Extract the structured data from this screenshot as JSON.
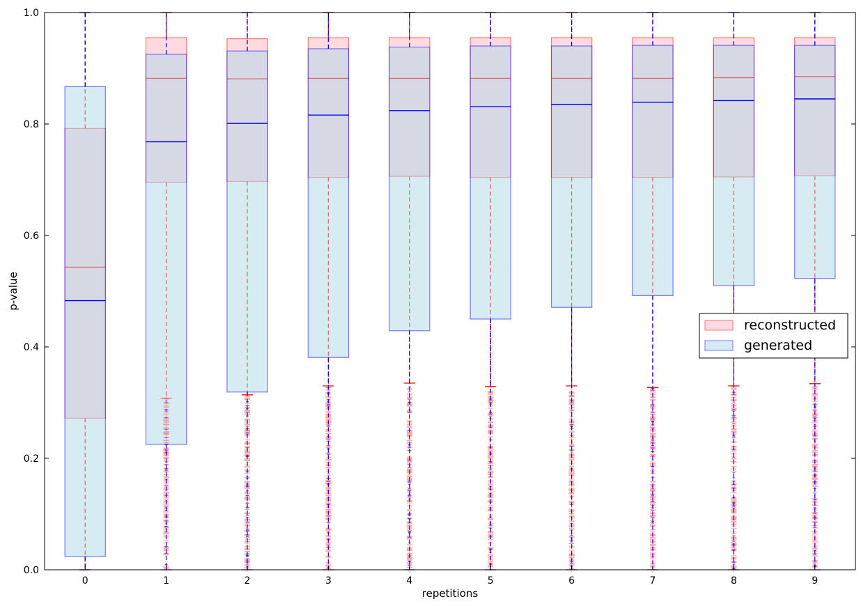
{
  "chart_data": {
    "type": "boxplot",
    "xlabel": "repetitions",
    "ylabel": "p-value",
    "categories": [
      "0",
      "1",
      "2",
      "3",
      "4",
      "5",
      "6",
      "7",
      "8",
      "9"
    ],
    "ylim": [
      0.0,
      1.0
    ],
    "yticks": [
      "0.0",
      "0.2",
      "0.4",
      "0.6",
      "0.8",
      "1.0"
    ],
    "grid": false,
    "legend_position": "center-right",
    "series": [
      {
        "name": "reconstructed",
        "color": "#ff0000",
        "fill": "#ffb6c1",
        "boxes": [
          {
            "q1": 0.272,
            "median": 0.543,
            "q3": 0.792,
            "whisker_low": 0.0,
            "whisker_high": 1.0
          },
          {
            "q1": 0.695,
            "median": 0.882,
            "q3": 0.955,
            "whisker_low": 0.308,
            "whisker_high": 1.0
          },
          {
            "q1": 0.697,
            "median": 0.881,
            "q3": 0.953,
            "whisker_low": 0.314,
            "whisker_high": 1.0
          },
          {
            "q1": 0.704,
            "median": 0.882,
            "q3": 0.955,
            "whisker_low": 0.33,
            "whisker_high": 1.0
          },
          {
            "q1": 0.706,
            "median": 0.882,
            "q3": 0.955,
            "whisker_low": 0.335,
            "whisker_high": 1.0
          },
          {
            "q1": 0.704,
            "median": 0.882,
            "q3": 0.955,
            "whisker_low": 0.329,
            "whisker_high": 1.0
          },
          {
            "q1": 0.704,
            "median": 0.882,
            "q3": 0.955,
            "whisker_low": 0.33,
            "whisker_high": 1.0
          },
          {
            "q1": 0.704,
            "median": 0.882,
            "q3": 0.955,
            "whisker_low": 0.327,
            "whisker_high": 1.0
          },
          {
            "q1": 0.705,
            "median": 0.883,
            "q3": 0.955,
            "whisker_low": 0.33,
            "whisker_high": 1.0
          },
          {
            "q1": 0.707,
            "median": 0.885,
            "q3": 0.955,
            "whisker_low": 0.334,
            "whisker_high": 1.0
          }
        ]
      },
      {
        "name": "generated",
        "color": "#0000ff",
        "fill": "#add8e6",
        "boxes": [
          {
            "q1": 0.024,
            "median": 0.483,
            "q3": 0.867,
            "whisker_low": 0.0,
            "whisker_high": 1.0
          },
          {
            "q1": 0.225,
            "median": 0.768,
            "q3": 0.925,
            "whisker_low": 0.0,
            "whisker_high": 1.0
          },
          {
            "q1": 0.319,
            "median": 0.801,
            "q3": 0.931,
            "whisker_low": 0.0,
            "whisker_high": 1.0
          },
          {
            "q1": 0.381,
            "median": 0.816,
            "q3": 0.935,
            "whisker_low": 0.0,
            "whisker_high": 1.0
          },
          {
            "q1": 0.429,
            "median": 0.824,
            "q3": 0.938,
            "whisker_low": 0.0,
            "whisker_high": 1.0
          },
          {
            "q1": 0.45,
            "median": 0.831,
            "q3": 0.94,
            "whisker_low": 0.0,
            "whisker_high": 1.0
          },
          {
            "q1": 0.471,
            "median": 0.835,
            "q3": 0.94,
            "whisker_low": 0.0,
            "whisker_high": 1.0
          },
          {
            "q1": 0.492,
            "median": 0.839,
            "q3": 0.941,
            "whisker_low": 0.0,
            "whisker_high": 1.0
          },
          {
            "q1": 0.51,
            "median": 0.842,
            "q3": 0.941,
            "whisker_low": 0.0,
            "whisker_high": 1.0
          },
          {
            "q1": 0.523,
            "median": 0.845,
            "q3": 0.941,
            "whisker_low": 0.0,
            "whisker_high": 1.0
          }
        ]
      }
    ]
  }
}
